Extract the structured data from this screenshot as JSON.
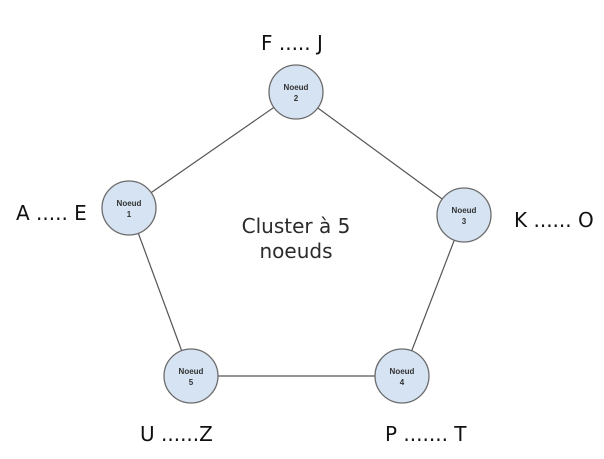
{
  "diagram": {
    "center_title": {
      "line1": "Cluster à 5",
      "line2": "noeuds"
    },
    "colors": {
      "node_fill": "#d5e3f3",
      "node_stroke": "#6b6b6b",
      "edge": "#555555",
      "node_text": "#333333"
    },
    "nodes": [
      {
        "id": "node-1",
        "label": "Noeud",
        "number": "1",
        "range": "A ..... E"
      },
      {
        "id": "node-2",
        "label": "Noeud",
        "number": "2",
        "range": "F ..... J"
      },
      {
        "id": "node-3",
        "label": "Noeud",
        "number": "3",
        "range": "K ...... O"
      },
      {
        "id": "node-4",
        "label": "Noeud",
        "number": "4",
        "range": "P ....... T"
      },
      {
        "id": "node-5",
        "label": "Noeud",
        "number": "5",
        "range": "U ......Z"
      }
    ],
    "edges": [
      {
        "from": "node-1",
        "to": "node-2"
      },
      {
        "from": "node-2",
        "to": "node-3"
      },
      {
        "from": "node-3",
        "to": "node-4"
      },
      {
        "from": "node-4",
        "to": "node-5"
      },
      {
        "from": "node-5",
        "to": "node-1"
      }
    ]
  }
}
